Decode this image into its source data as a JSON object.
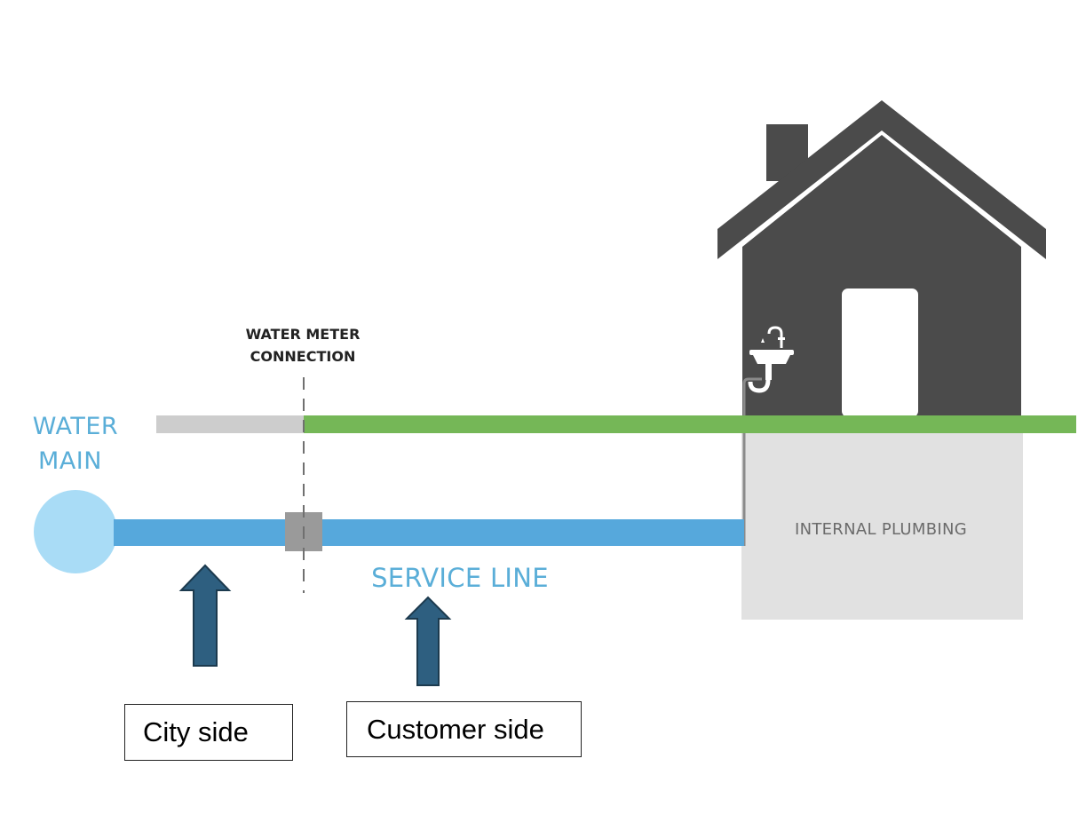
{
  "labels": {
    "water_main_line1": "WATER",
    "water_main_line2": "MAIN",
    "meter_line1": "WATER METER",
    "meter_line2": "CONNECTION",
    "service_line": "SERVICE LINE",
    "internal_plumbing": "INTERNAL PLUMBING",
    "city_side": "City side",
    "customer_side": "Customer side"
  },
  "colors": {
    "water_blue": "#56a8dc",
    "water_main_circle": "#a9dcf6",
    "label_blue": "#5aaed8",
    "ground_green": "#75b757",
    "ground_gray": "#cdcdcd",
    "house": "#4b4b4b",
    "basement": "#e1e1e1",
    "arrow_fill": "#2e5f80",
    "arrow_stroke": "#1c3a4e"
  }
}
